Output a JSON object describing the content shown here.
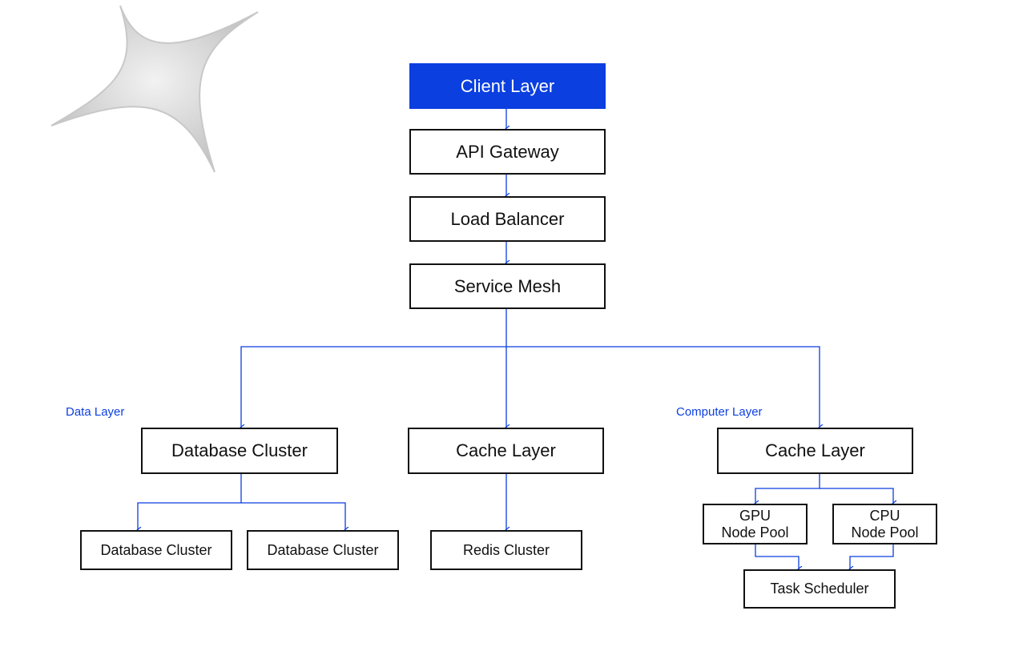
{
  "colors": {
    "accent": "#0b3fe0",
    "node_border": "#111111",
    "background": "#f5f5f5",
    "panel": "#ffffff"
  },
  "decoration": {
    "icon": "four-point-star-icon"
  },
  "nodes": {
    "client": "Client Layer",
    "gateway": "API Gateway",
    "balancer": "Load Balancer",
    "mesh": "Service Mesh",
    "db_cluster": "Database Cluster",
    "cache_data": "Cache Layer",
    "db_replica_1": "Database Cluster",
    "db_replica_2": "Database Cluster",
    "redis": "Redis Cluster",
    "cache_compute": "Cache Layer",
    "gpu_pool": "GPU\nNode Pool",
    "cpu_pool": "CPU\nNode Pool",
    "scheduler": "Task Scheduler"
  },
  "groups": {
    "data_layer": "Data Layer",
    "compute_layer": "Computer Layer"
  }
}
